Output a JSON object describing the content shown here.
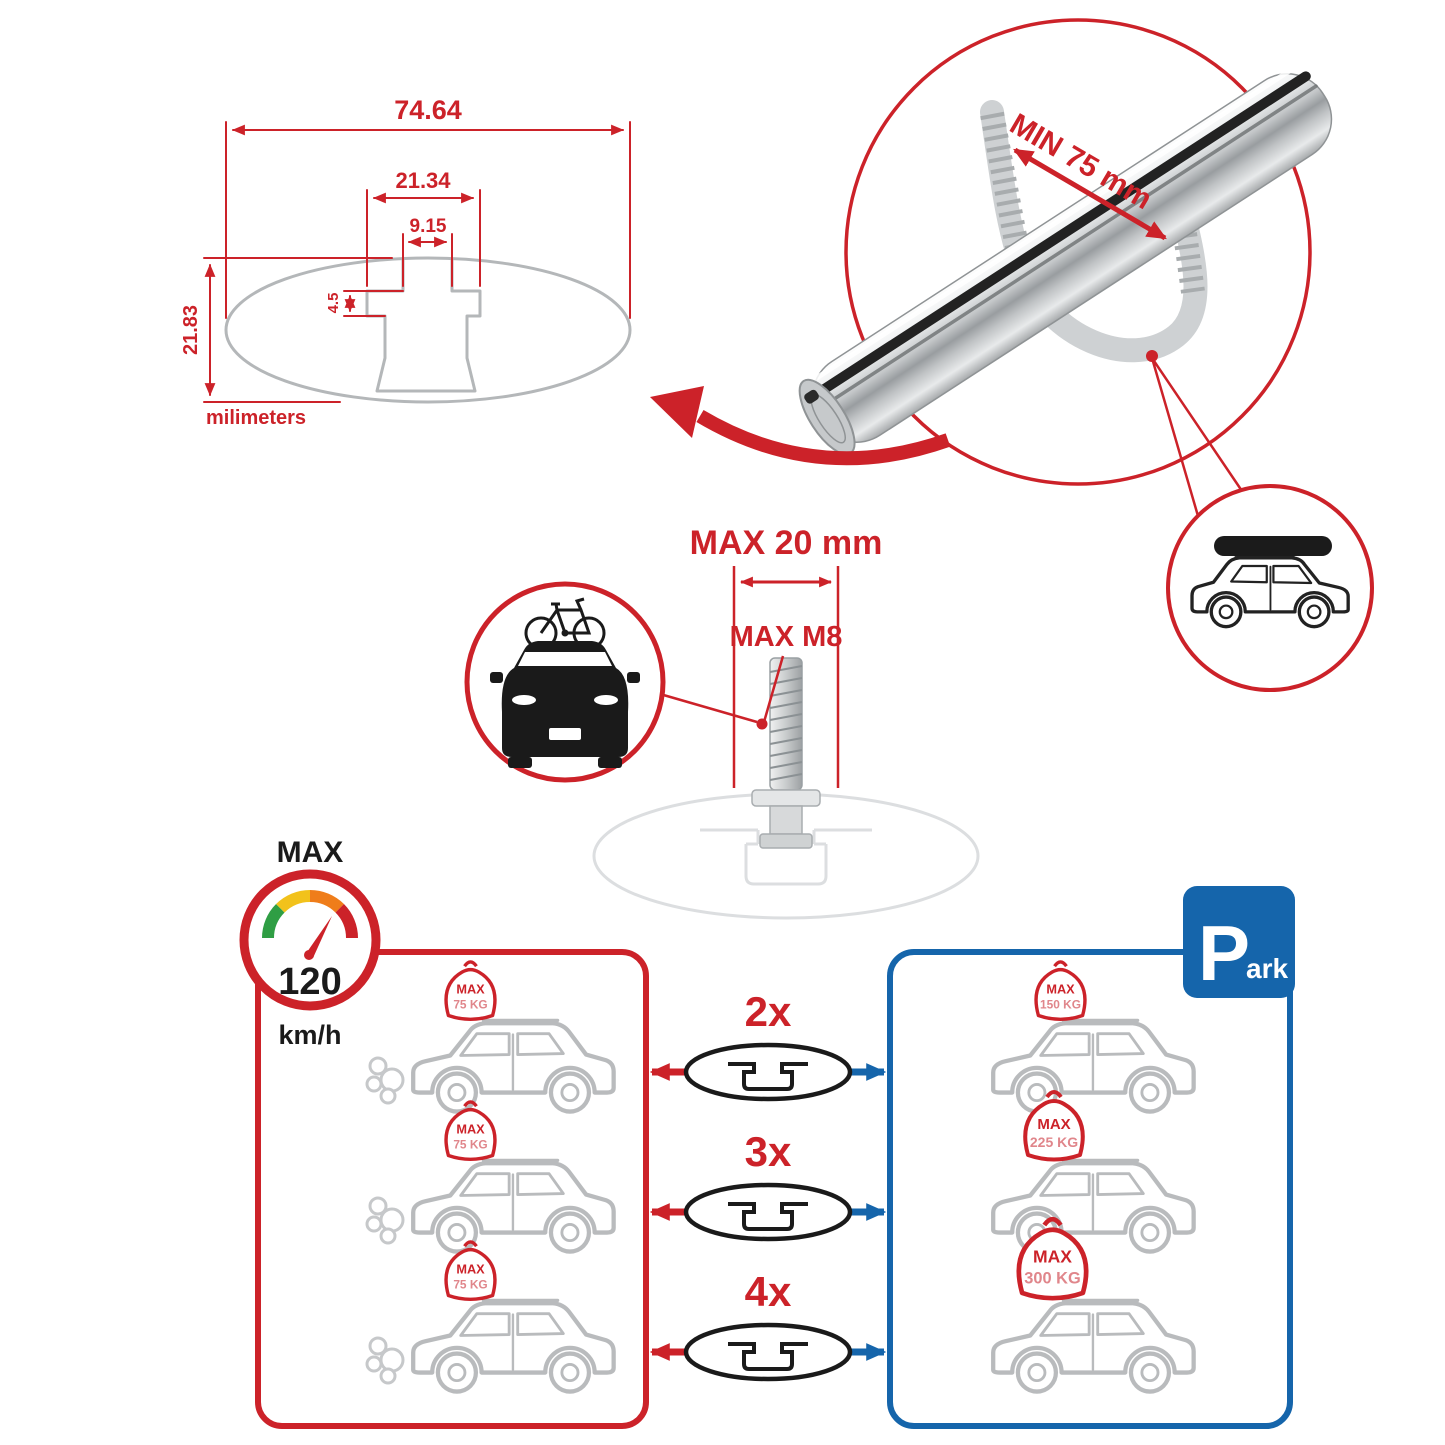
{
  "colors": {
    "red": "#cc2229",
    "blue": "#1565ab",
    "gray": "#b9bbbd"
  },
  "dimension_diagram": {
    "total_width": "74.64",
    "channel_outer_width": "21.34",
    "channel_inner_width": "9.15",
    "lip_depth": "4.5",
    "total_height": "21.83",
    "units": "milimeters"
  },
  "crossbar_detail": {
    "min_span": "MIN 75 mm"
  },
  "bolt_detail": {
    "max_length": "MAX 20 mm",
    "max_thread": "MAX M8"
  },
  "speed": {
    "label": "MAX",
    "value": "120",
    "units": "km/h"
  },
  "bar_multipliers": [
    "2x",
    "3x",
    "4x"
  ],
  "driving_panel": {
    "cars": [
      {
        "max": "MAX",
        "weight": "75 KG"
      },
      {
        "max": "MAX",
        "weight": "75 KG"
      },
      {
        "max": "MAX",
        "weight": "75 KG"
      }
    ]
  },
  "parking_panel": {
    "sign": {
      "letter": "P",
      "rest": "ark"
    },
    "cars": [
      {
        "max": "MAX",
        "weight": "150 KG"
      },
      {
        "max": "MAX",
        "weight": "225 KG"
      },
      {
        "max": "MAX",
        "weight": "300 KG"
      }
    ]
  }
}
